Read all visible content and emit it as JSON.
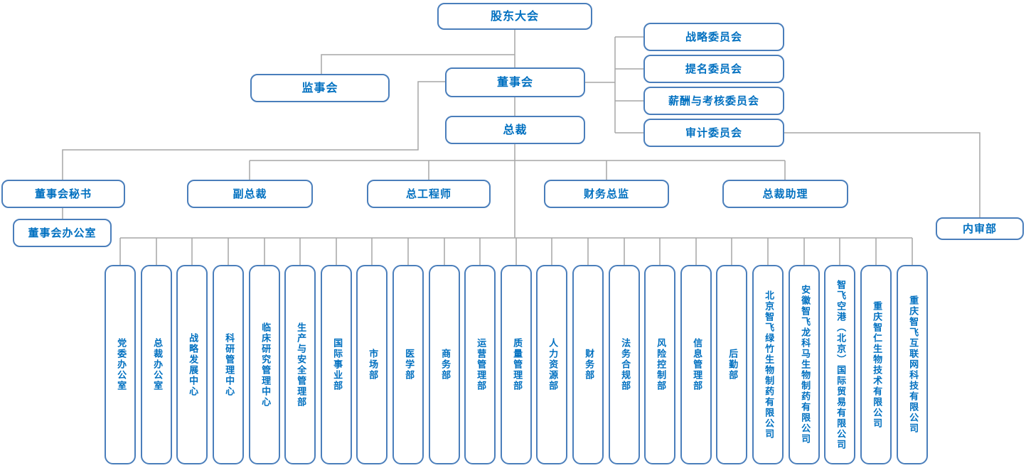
{
  "org": {
    "shareholders": "股东大会",
    "supervisory_board": "监事会",
    "board": "董事会",
    "president": "总裁",
    "committees": [
      "战略委员会",
      "提名委员会",
      "薪酬与考核委员会",
      "审计委员会"
    ],
    "executives": [
      "董事会秘书",
      "副总裁",
      "总工程师",
      "财务总监",
      "总裁助理"
    ],
    "board_office": "董事会办公室",
    "internal_audit": "内审部",
    "departments": [
      "党委办公室",
      "总裁办公室",
      "战略发展中心",
      "科研管理中心",
      "临床研究管理中心",
      "生产与安全管理部",
      "国际事业部",
      "市场部",
      "医学部",
      "商务部",
      "运营管理部",
      "质量管理部",
      "人力资源部",
      "财务部",
      "法务合规部",
      "风险控制部",
      "信息管理部",
      "后勤部"
    ],
    "subsidiaries": [
      "北京智飞绿竹生物制药有限公司",
      "安徽智飞龙科马生物制药有限公司",
      "智飞空港（北京）国际贸易有限公司",
      "重庆智仁生物技术有限公司",
      "重庆智飞互联网科技有限公司"
    ]
  },
  "colors": {
    "box_border": "#4a7ebb",
    "text": "#0070c0",
    "connector": "#a6a6a6",
    "background": "#ffffff"
  }
}
